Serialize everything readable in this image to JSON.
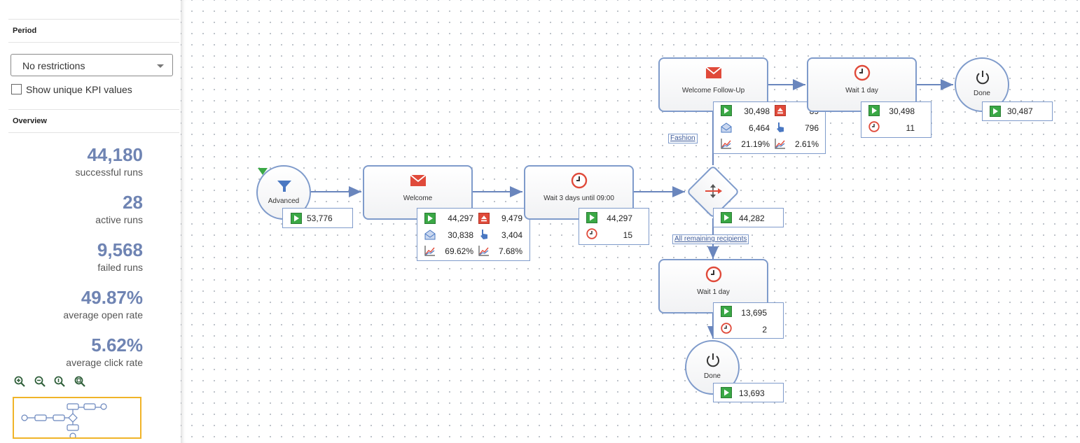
{
  "sidebar": {
    "period_title": "Period",
    "period_select": "No restrictions",
    "unique_kpi_label": "Show unique KPI values",
    "overview_title": "Overview",
    "kpis": [
      {
        "value": "44,180",
        "label": "successful runs"
      },
      {
        "value": "28",
        "label": "active runs"
      },
      {
        "value": "9,568",
        "label": "failed runs"
      },
      {
        "value": "49.87%",
        "label": "average open rate"
      },
      {
        "value": "5.62%",
        "label": "average click rate"
      }
    ]
  },
  "flow": {
    "start": {
      "label": "Advanced",
      "count": "53,776"
    },
    "welcome": {
      "label": "Welcome",
      "sent": "44,297",
      "bounced": "9,479",
      "opened": "30,838",
      "clicked": "3,404",
      "open_rate": "69.62%",
      "click_rate": "7.68%"
    },
    "wait3": {
      "label": "Wait 3 days until 09:00",
      "count": "44,297",
      "waiting": "15"
    },
    "split": {
      "count": "44,282",
      "branch_fashion": "Fashion",
      "branch_remaining": "All remaining recipients"
    },
    "followup": {
      "label": "Welcome Follow-Up",
      "sent": "30,498",
      "bounced": "89",
      "opened": "6,464",
      "clicked": "796",
      "open_rate": "21.19%",
      "click_rate": "2.61%"
    },
    "wait1_top": {
      "label": "Wait 1 day",
      "count": "30,498",
      "waiting": "11"
    },
    "done_top": {
      "label": "Done",
      "count": "30,487"
    },
    "wait1_bottom": {
      "label": "Wait 1 day",
      "count": "13,695",
      "waiting": "2"
    },
    "done_bottom": {
      "label": "Done",
      "count": "13,693"
    }
  },
  "colors": {
    "accent": "#6f84b3",
    "edge": "#6a86bd",
    "play": "#3aa845",
    "mail": "#e04a3a",
    "minimap_border": "#f0b429"
  }
}
